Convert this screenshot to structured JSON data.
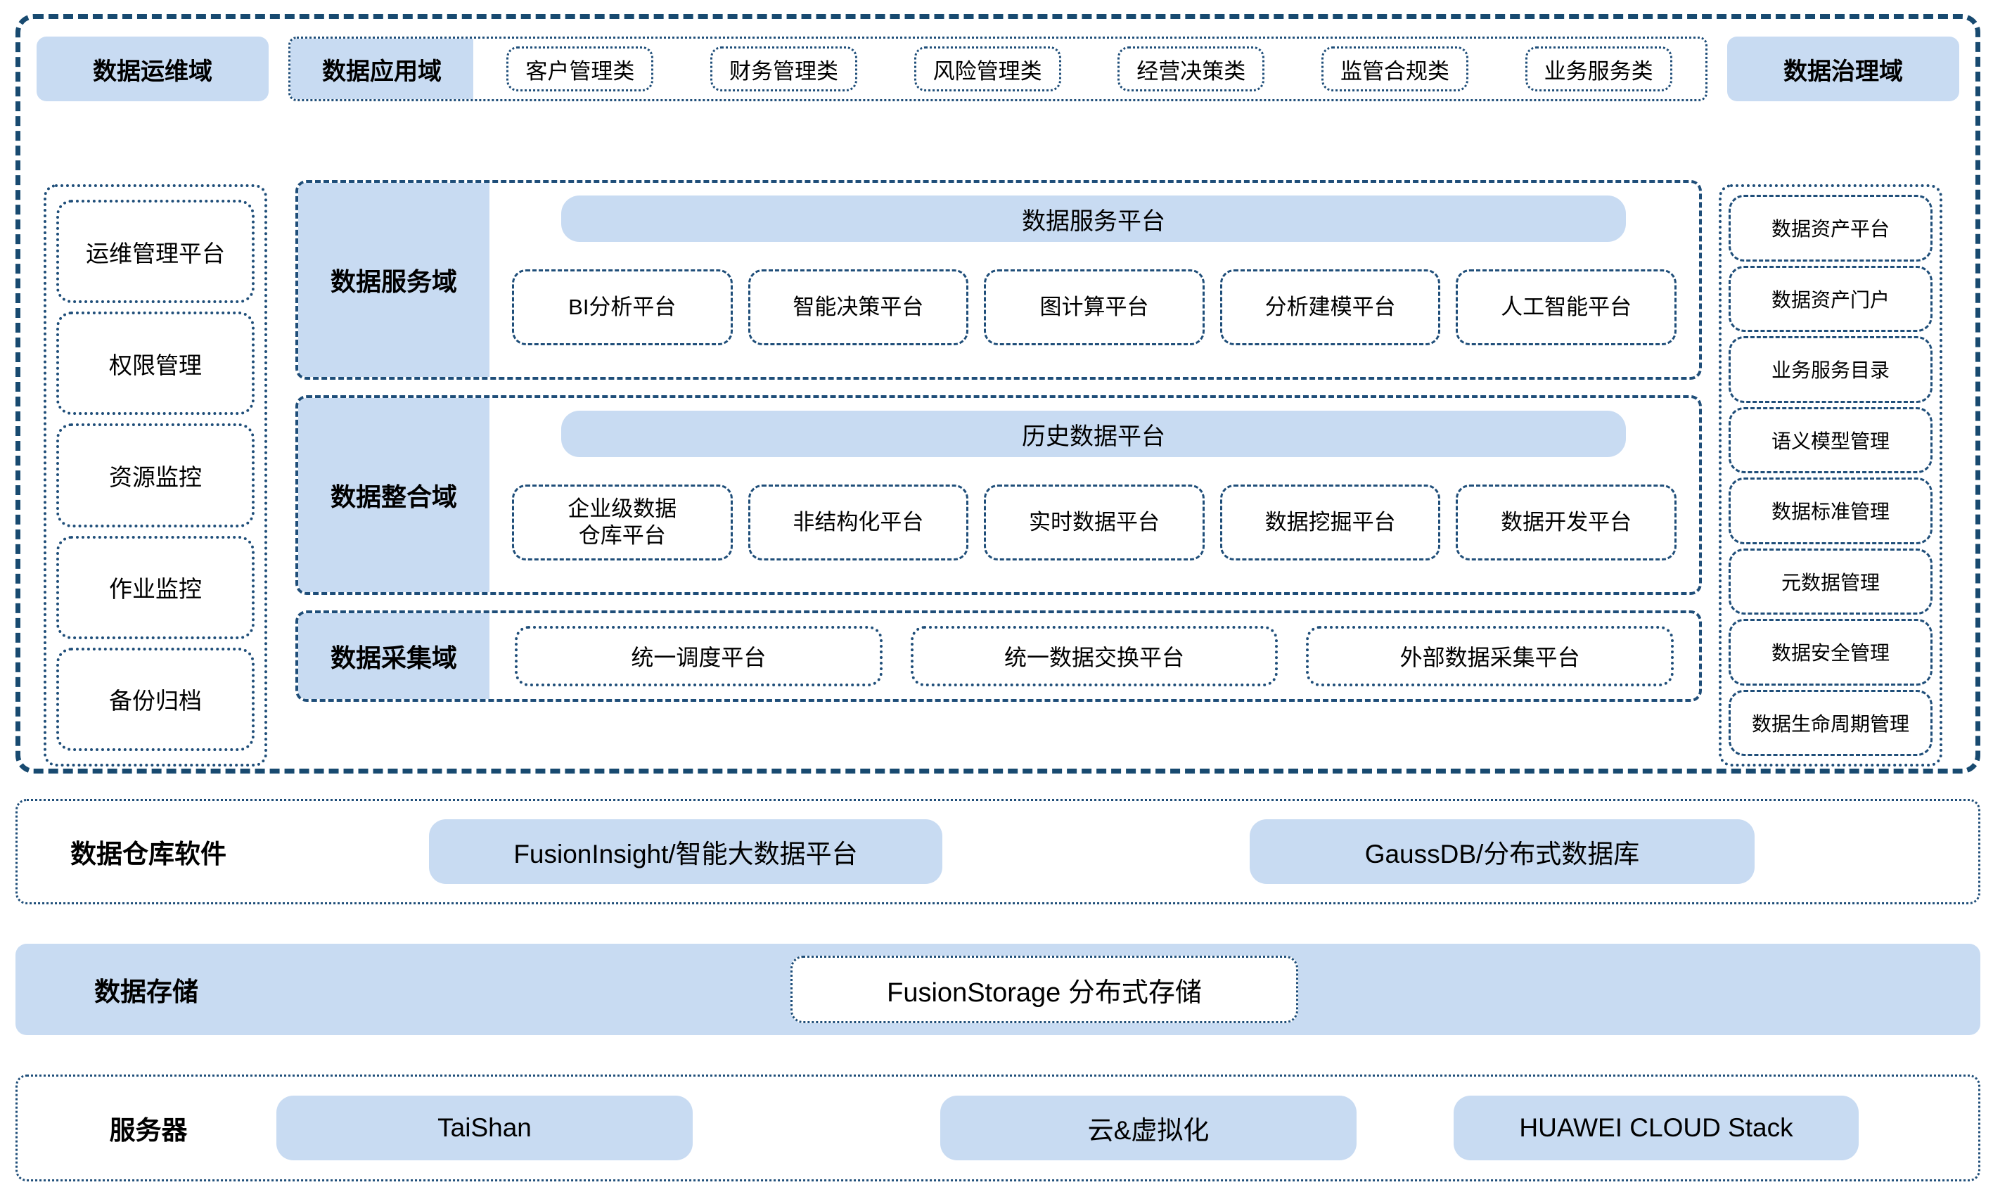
{
  "header": {
    "ops_domain_label": "数据运维域",
    "app_domain_label": "数据应用域",
    "governance_domain_label": "数据治理域",
    "app_categories": [
      "客户管理类",
      "财务管理类",
      "风险管理类",
      "经营决策类",
      "监管合规类",
      "业务服务类"
    ]
  },
  "ops_domain": {
    "items": [
      "运维管理平台",
      "权限管理",
      "资源监控",
      "作业监控",
      "备份归档"
    ]
  },
  "governance_domain": {
    "items": [
      "数据资产平台",
      "数据资产门户",
      "业务服务目录",
      "语义模型管理",
      "数据标准管理",
      "元数据管理",
      "数据安全管理",
      "数据生命周期管理"
    ]
  },
  "service_domain": {
    "label": "数据服务域",
    "platform": "数据服务平台",
    "items": [
      "BI分析平台",
      "智能决策平台",
      "图计算平台",
      "分析建模平台",
      "人工智能平台"
    ]
  },
  "integration_domain": {
    "label": "数据整合域",
    "platform": "历史数据平台",
    "items": [
      "企业级数据\n仓库平台",
      "非结构化平台",
      "实时数据平台",
      "数据挖掘平台",
      "数据开发平台"
    ]
  },
  "collection_domain": {
    "label": "数据采集域",
    "items": [
      "统一调度平台",
      "统一数据交换平台",
      "外部数据采集平台"
    ]
  },
  "warehouse_layer": {
    "title": "数据仓库软件",
    "items": [
      "FusionInsight/智能大数据平台",
      "GaussDB/分布式数据库"
    ]
  },
  "storage_layer": {
    "title": "数据存储",
    "items": [
      "FusionStorage 分布式存储"
    ]
  },
  "server_layer": {
    "title": "服务器",
    "items": [
      "TaiShan",
      "云&虚拟化",
      "HUAWEI CLOUD Stack"
    ]
  },
  "colors": {
    "accent_fill": "#c8dbf2",
    "border_dark": "#1f4e79",
    "text": "#000000",
    "background": "#ffffff"
  }
}
